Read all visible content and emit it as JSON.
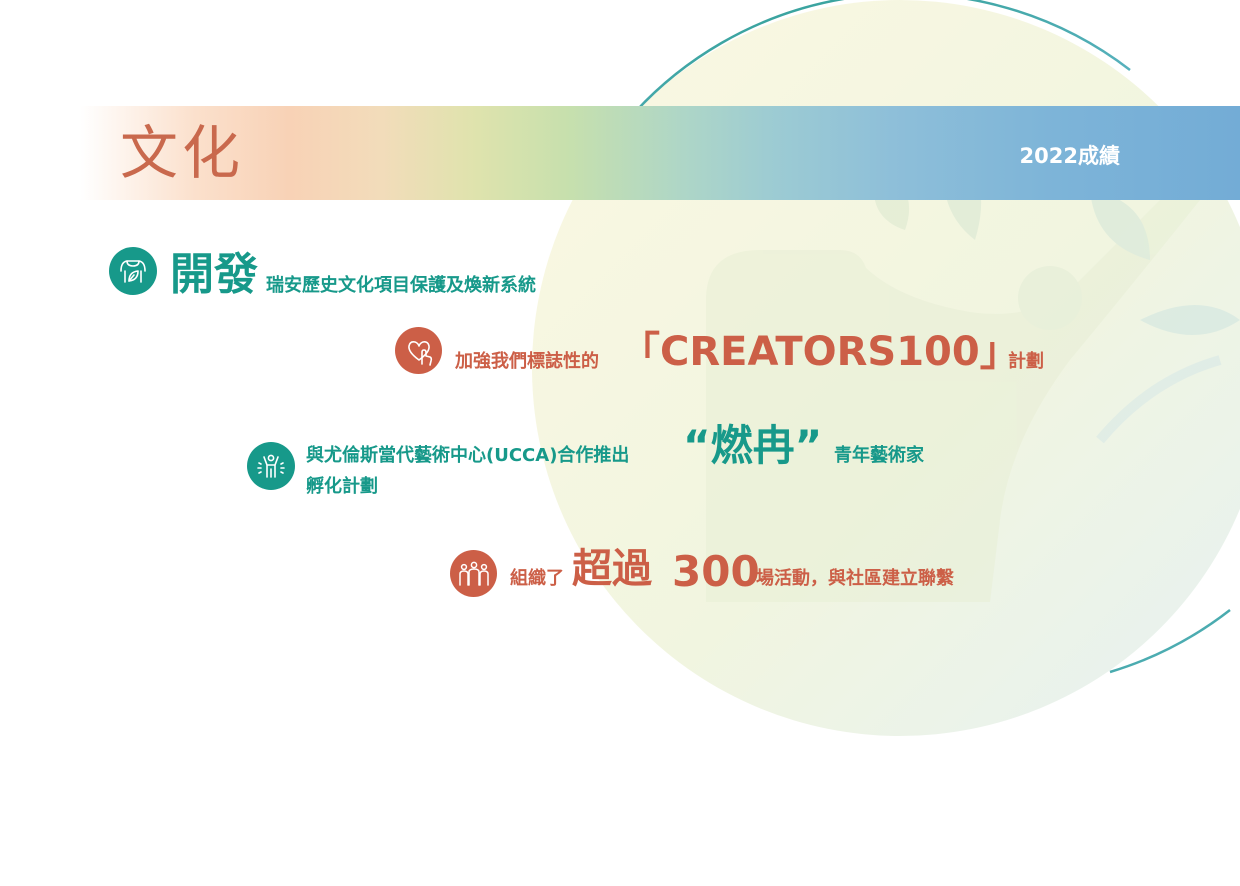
{
  "header": {
    "title": "文化",
    "year_label": "2022成績"
  },
  "items": [
    {
      "icon": "plant-hand-icon",
      "lead": "開發",
      "text": "瑞安歷史文化項目保護及煥新系統"
    },
    {
      "icon": "heart-hand-icon",
      "pre": "加強我們標誌性的",
      "highlight": "「CREATORS100」",
      "post": "計劃"
    },
    {
      "icon": "person-raised-arms-icon",
      "pre": "與尤倫斯當代藝術中心(UCCA)合作推出",
      "highlight": "“燃冉”",
      "post": "青年藝術家",
      "line2": "孵化計劃"
    },
    {
      "icon": "people-group-icon",
      "pre": "組織了",
      "highlight_text": "超過",
      "highlight_number": "300",
      "post": "場活動，與社區建立聯繫"
    }
  ],
  "colors": {
    "teal": "#17998a",
    "rust": "#cc5f47",
    "banner_end": "#73acd6"
  }
}
